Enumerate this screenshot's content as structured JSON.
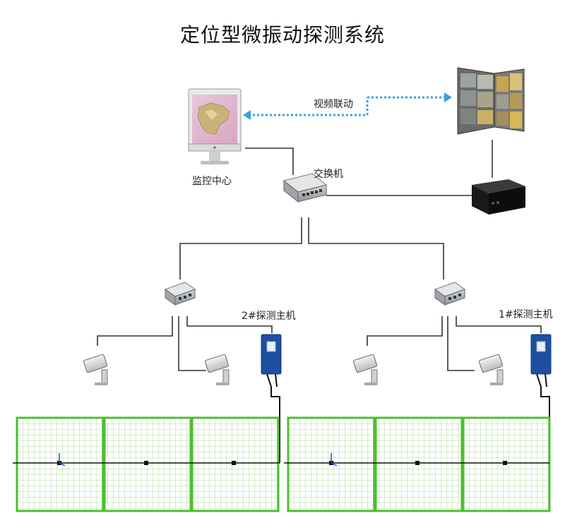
{
  "title": "定位型微振动探测系统",
  "labels": {
    "video_link": "视频联动",
    "monitor_center": "监控中心",
    "switch": "交换机",
    "host2": "2#探测主机",
    "host1": "1#探测主机"
  },
  "colors": {
    "fence": "#4cbf2e",
    "fence_grid": "#9fd98c",
    "link": "#3aa0e0",
    "host": "#1e4fa0",
    "cable": "#111111"
  }
}
